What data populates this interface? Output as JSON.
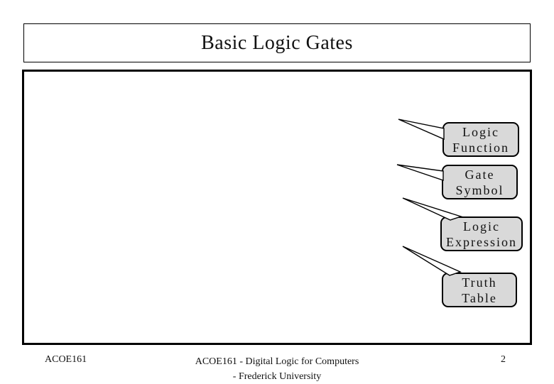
{
  "slide": {
    "title": "Basic Logic Gates",
    "callouts": [
      {
        "line1": "Logic",
        "line2": "Function"
      },
      {
        "line1": "Gate",
        "line2": "Symbol"
      },
      {
        "line1": "Logic",
        "line2": "Expression"
      },
      {
        "line1": "Truth",
        "line2": "Table"
      }
    ],
    "footer": {
      "course_code": "ACOE161",
      "center_line1": "ACOE161 - Digital Logic for Computers",
      "center_line2": "- Frederick University",
      "page_number": "2"
    },
    "colors": {
      "background": "#ffffff",
      "border": "#000000",
      "callout_fill": "#d9d9d9",
      "text": "#111111"
    }
  }
}
